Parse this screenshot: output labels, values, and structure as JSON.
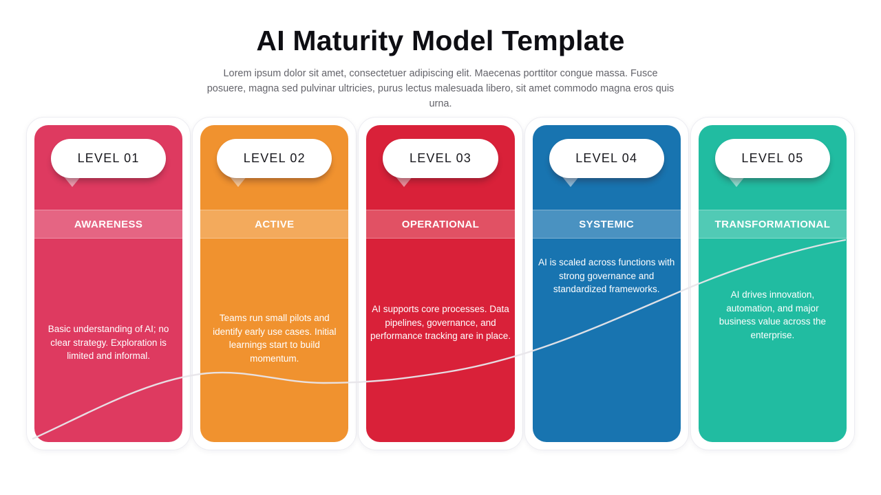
{
  "header": {
    "title": "AI Maturity Model Template",
    "subtitle": "Lorem ipsum dolor sit amet, consectetuer adipiscing elit. Maecenas porttitor congue massa. Fusce posuere, magna sed pulvinar ultricies, purus lectus malesuada libero, sit amet commodo magna eros quis urna."
  },
  "levels": [
    {
      "badge": "LEVEL 01",
      "name": "AWARENESS",
      "description": "Basic understanding of AI; no clear strategy. Exploration is limited and informal.",
      "color": "#DE3A60"
    },
    {
      "badge": "LEVEL 02",
      "name": "ACTIVE",
      "description": "Teams run small pilots and identify early use cases. Initial learnings start to build momentum.",
      "color": "#F0922F"
    },
    {
      "badge": "LEVEL 03",
      "name": "OPERATIONAL",
      "description": "AI supports core processes. Data pipelines, governance, and performance tracking are in place.",
      "color": "#D92139"
    },
    {
      "badge": "LEVEL 04",
      "name": "SYSTEMIC",
      "description": "AI is scaled across functions with strong governance and standardized frameworks.",
      "color": "#1874B0"
    },
    {
      "badge": "LEVEL 05",
      "name": "TRANSFORMATIONAL",
      "description": "AI drives innovation, automation, and major business value across the enterprise.",
      "color": "#21BCA1"
    }
  ],
  "growth_curve_color": "#E8E6EA"
}
